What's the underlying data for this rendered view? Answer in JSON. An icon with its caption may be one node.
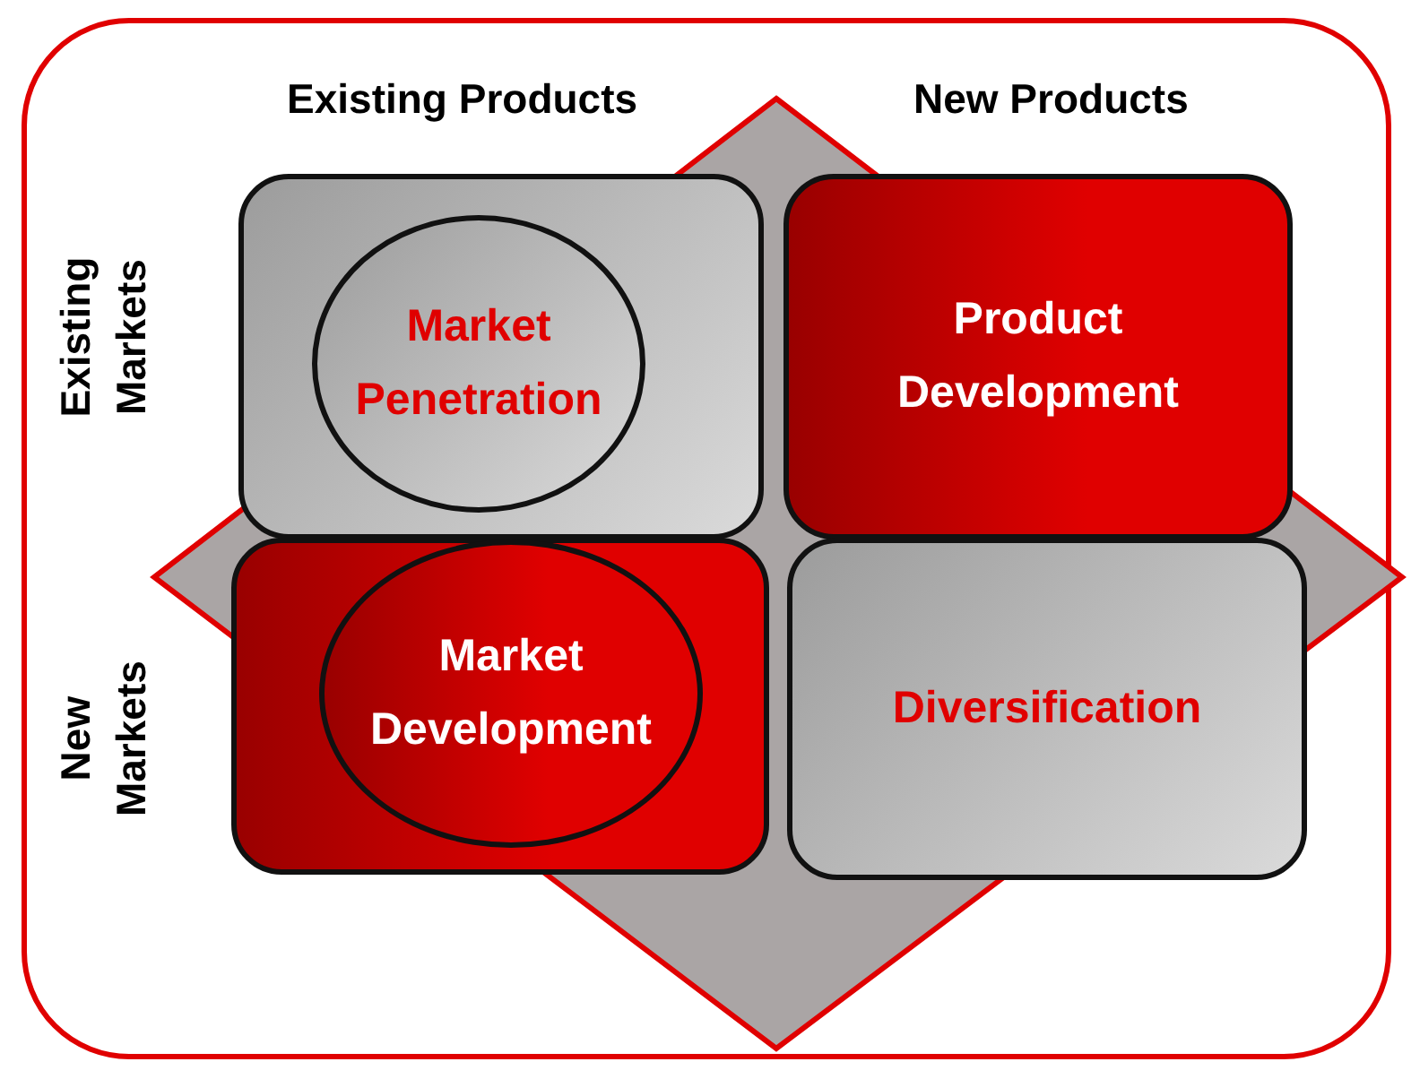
{
  "diagram": {
    "nodes": [
      {
        "text": [],
        "shape": "box"
      },
      {
        "text": [
          "Market Penetration"
        ],
        "in": 0
      },
      {
        "text": [
          "Product Development"
        ]
      },
      {
        "text": [],
        "shape": "box"
      },
      {
        "text": [
          "Market Development"
        ],
        "in": 3
      },
      {
        "text": [
          "Diversification"
        ]
      }
    ],
    "labels": [
      "Existing Products",
      "New Products",
      "Existing Markets",
      "New Markets"
    ]
  }
}
